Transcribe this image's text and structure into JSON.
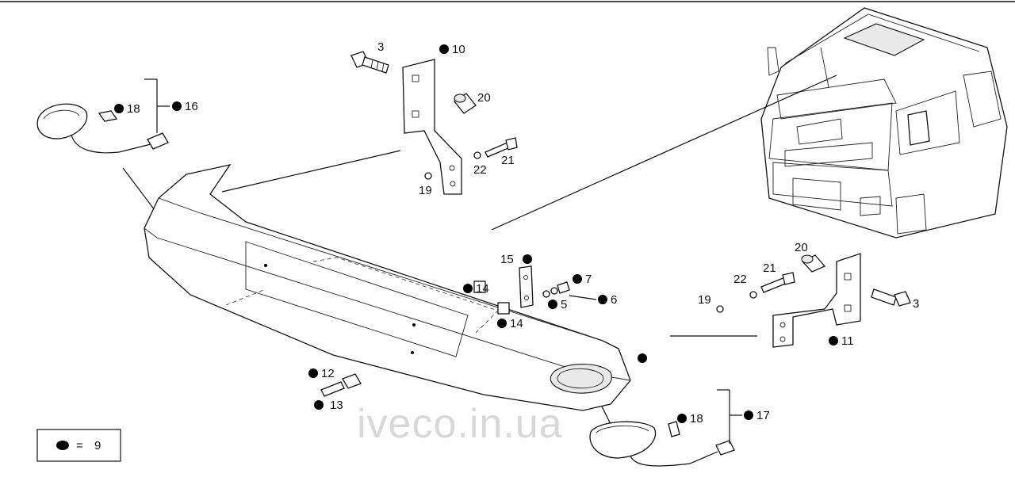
{
  "watermark": "iveco.in.ua",
  "legend": {
    "symbol_color": "#000000",
    "equals_text": "=",
    "value": "9"
  },
  "callouts": [
    {
      "id": "c3a",
      "text": "3",
      "dot": false
    },
    {
      "id": "c10a",
      "text": "10",
      "dot": true
    },
    {
      "id": "c20a",
      "text": "20",
      "dot": false
    },
    {
      "id": "c18a",
      "text": "18",
      "dot": true
    },
    {
      "id": "c16",
      "text": "16",
      "dot": true
    },
    {
      "id": "c22a",
      "text": "22",
      "dot": false
    },
    {
      "id": "c21a",
      "text": "21",
      "dot": false
    },
    {
      "id": "c19a",
      "text": "19",
      "dot": false
    },
    {
      "id": "c15",
      "text": "15",
      "dot": true
    },
    {
      "id": "c7",
      "text": "7",
      "dot": true
    },
    {
      "id": "c14a",
      "text": "14",
      "dot": true
    },
    {
      "id": "c5",
      "text": "5",
      "dot": true
    },
    {
      "id": "c6",
      "text": "6",
      "dot": true
    },
    {
      "id": "c14b",
      "text": "14",
      "dot": true
    },
    {
      "id": "c20b",
      "text": "20",
      "dot": false
    },
    {
      "id": "c21b",
      "text": "21",
      "dot": false
    },
    {
      "id": "c22b",
      "text": "22",
      "dot": false
    },
    {
      "id": "c19b",
      "text": "19",
      "dot": false
    },
    {
      "id": "c3b",
      "text": "3",
      "dot": false
    },
    {
      "id": "c11",
      "text": "11",
      "dot": true
    },
    {
      "id": "c12",
      "text": "12",
      "dot": true
    },
    {
      "id": "c13",
      "text": "13",
      "dot": true
    },
    {
      "id": "c18b",
      "text": "18",
      "dot": true
    },
    {
      "id": "c17",
      "text": "17",
      "dot": true
    },
    {
      "id": "cbare",
      "text": "",
      "dot": true
    }
  ]
}
